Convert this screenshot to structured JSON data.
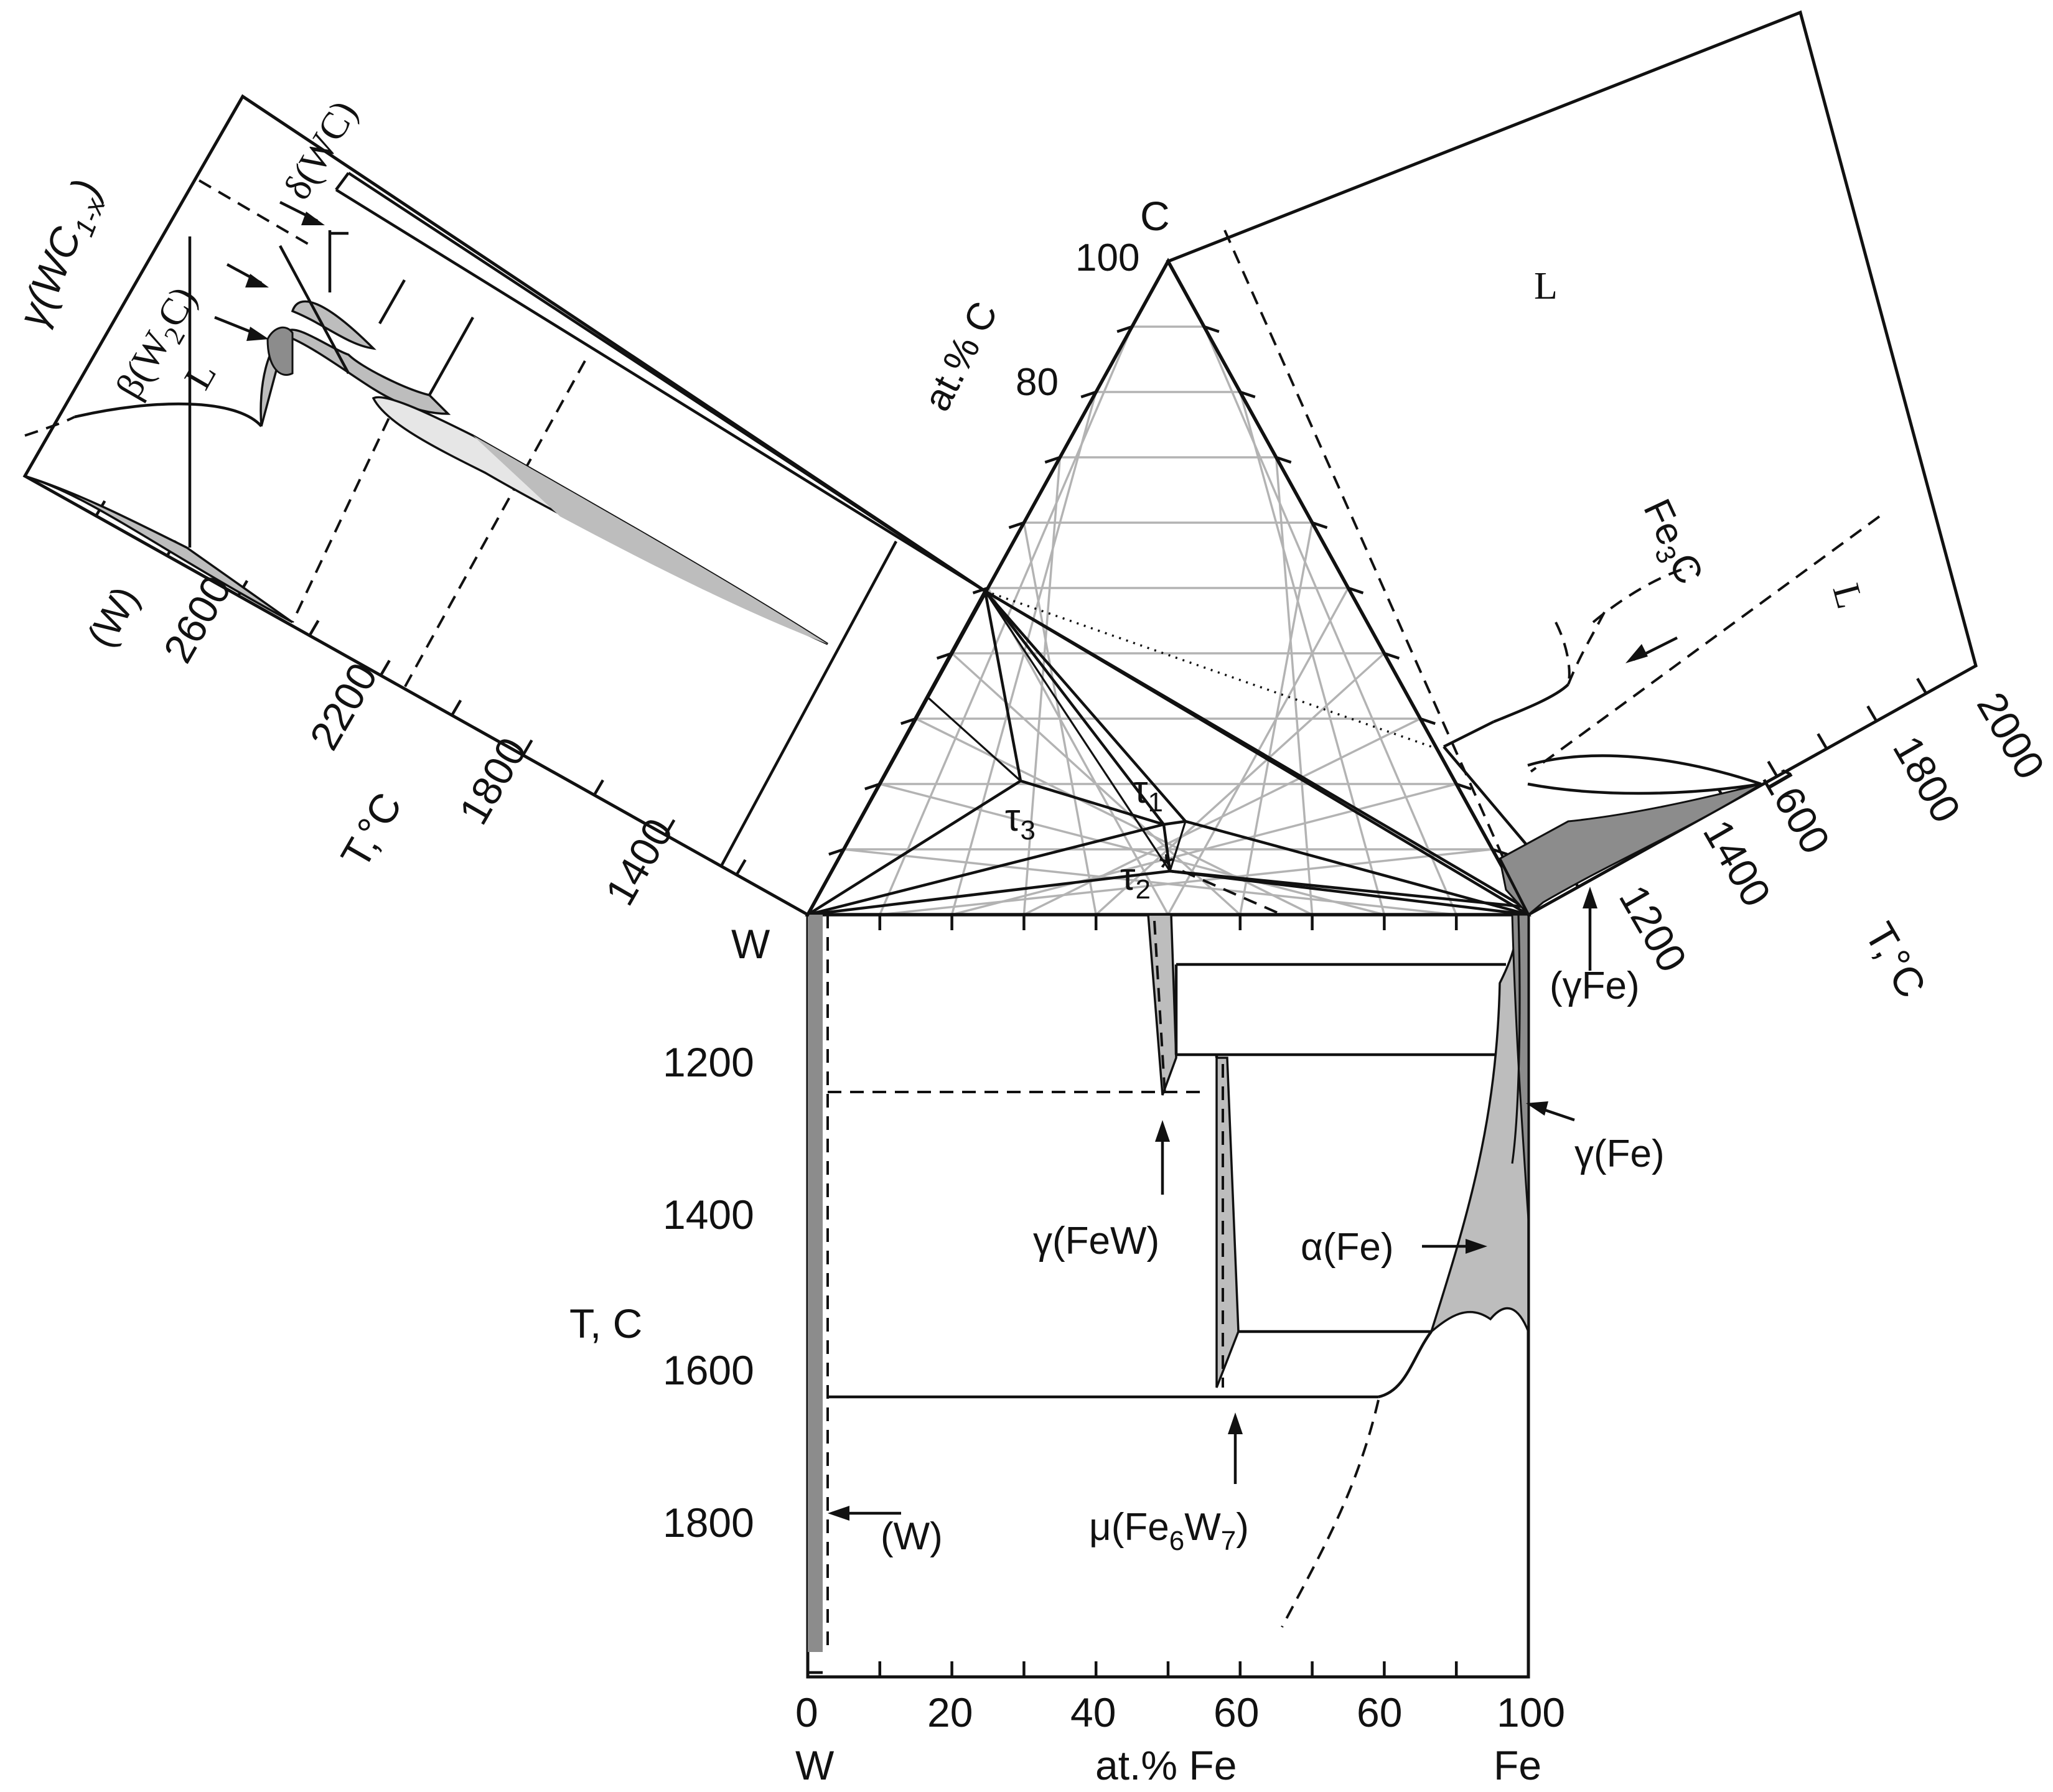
{
  "triangle": {
    "vertex_labels": {
      "top": "C",
      "left": "W",
      "right": "Fe"
    },
    "c_axis": {
      "title": "at.% C",
      "tick_100": "100",
      "tick_80": "80"
    },
    "phases": {
      "tau1": "τ",
      "tau1_sub": "1",
      "tau2": "τ",
      "tau2_sub": "2",
      "tau3": "τ",
      "tau3_sub": "3"
    }
  },
  "bottom_section": {
    "y_axis_title": "T, C",
    "y_ticks": [
      "1200",
      "1400",
      "1600",
      "1800"
    ],
    "x_ticks": [
      "0",
      "20",
      "40",
      "60",
      "60",
      "100"
    ],
    "x_axis_title": "at.% Fe",
    "x_end_left": "W",
    "x_end_right": "Fe",
    "labels": {
      "gamma_few": "γ(FeW)",
      "mu_phase": "μ(Fe",
      "mu_sub6": "6",
      "mu_w": "W",
      "mu_sub7": "7",
      "mu_close": ")",
      "w_phase": "(W)",
      "alpha_fe": "α(Fe)",
      "gamma_fe": "γ(Fe)"
    }
  },
  "left_section": {
    "t_axis_title": "T,°C",
    "t_ticks": [
      "2600",
      "2200",
      "1800",
      "1400"
    ],
    "labels": {
      "w_phase": "(W)",
      "liquid": "L",
      "beta": "β(W",
      "beta_sub": "2",
      "beta_close": "C)",
      "delta": "δ(WC)",
      "gamma_wc": "γ(WC",
      "gamma_wc_sub": "1-x",
      "gamma_wc_close": ")"
    }
  },
  "right_section": {
    "t_axis_title": "T,°C",
    "t_ticks": [
      "1200",
      "1400",
      "1600",
      "1800",
      "2000"
    ],
    "labels": {
      "liquid_top": "L",
      "liquid_side": "L",
      "fe3c": "Fe",
      "fe3c_sub": "3",
      "fe3c_c": "C",
      "gamma_fe": "(γFe)"
    }
  },
  "colors": {
    "line": "#111111",
    "grid": "#b3b3b3",
    "shade": "#bdbdbd",
    "shade_dark": "#8c8c8c"
  }
}
